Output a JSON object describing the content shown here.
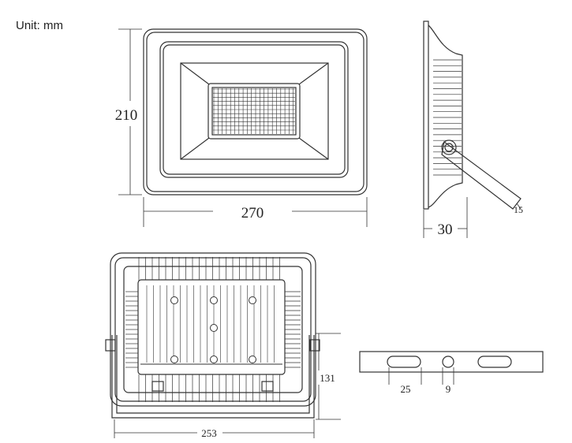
{
  "unit_label": "Unit: mm",
  "dimensions": {
    "front_height": "210",
    "front_width": "270",
    "side_depth": "30",
    "bracket_angle": "15",
    "back_height": "131",
    "back_width": "253",
    "slot_length": "25",
    "hole_diameter": "9"
  },
  "colors": {
    "line": "#333333",
    "background": "#ffffff"
  }
}
